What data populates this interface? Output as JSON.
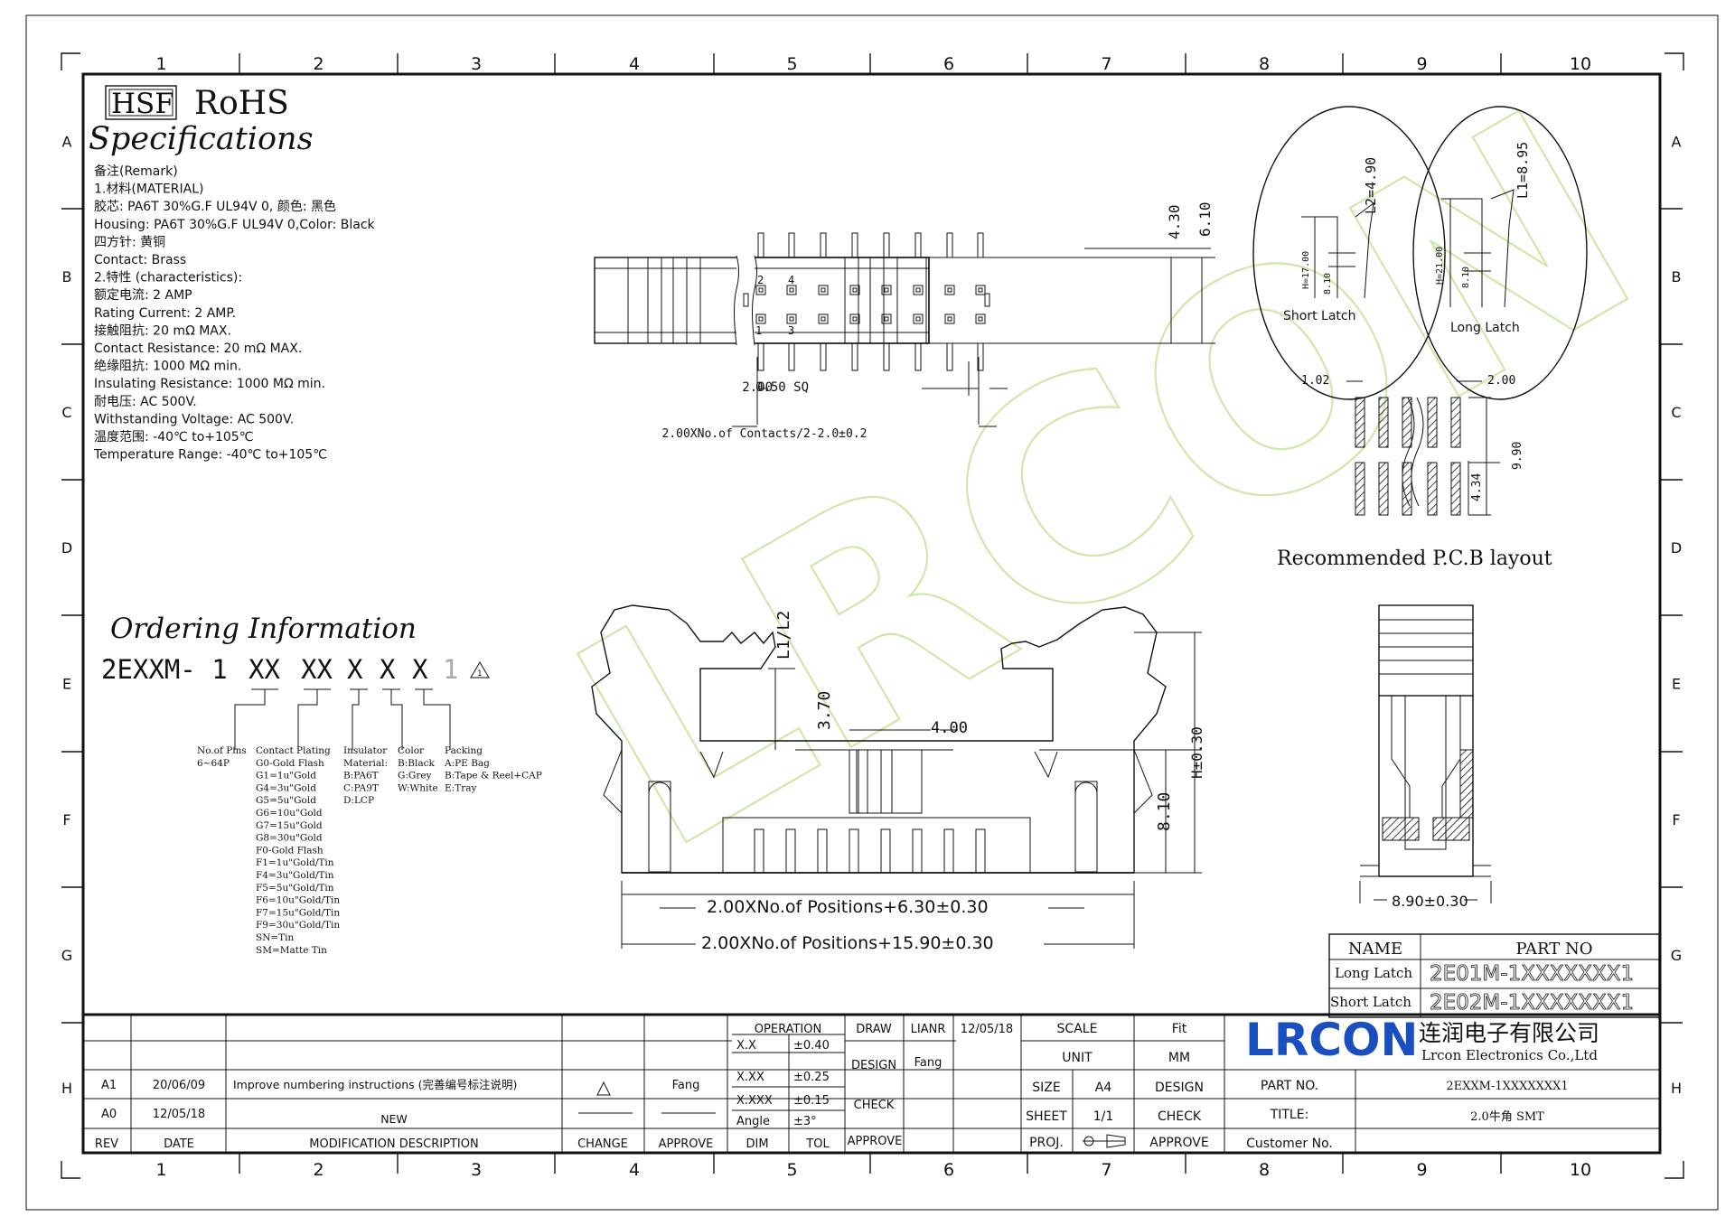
{
  "rohs": {
    "hsf": "HSF",
    "rohs": "RoHS"
  },
  "spec": {
    "title": "Specifications",
    "lines": [
      "备注(Remark)",
      "1.材料(MATERIAL)",
      "胶芯: PA6T 30%G.F UL94V 0, 颜色: 黑色",
      "Housing: PA6T 30%G.F UL94V 0,Color: Black",
      "四方针: 黄铜",
      "Contact: Brass",
      "2.特性 (characteristics):",
      "额定电流: 2 AMP",
      "Rating Current: 2 AMP.",
      "接触阻抗: 20 mΩ MAX.",
      "Contact Resistance: 20 mΩ MAX.",
      "绝缘阻抗: 1000 MΩ min.",
      "Insulating Resistance: 1000 MΩ min.",
      "耐电压: AC 500V.",
      "Withstanding Voltage: AC 500V.",
      "温度范围: -40℃ to+105℃",
      "Temperature Range: -40℃ to+105℃"
    ]
  },
  "ordering": {
    "title": "Ordering Information",
    "code_prefix": "2EXXM- 1",
    "code_parts": [
      "XX",
      "XX",
      "X",
      "X",
      "X"
    ],
    "code_suffix": "1",
    "pins": [
      "No.of Pins",
      "6~64P"
    ],
    "plating": [
      "Contact Plating",
      "G0-Gold Flash",
      "G1=1u\"Gold",
      "G4=3u\"Gold",
      "G5=5u\"Gold",
      "G6=10u\"Gold",
      "G7=15u\"Gold",
      "G8=30u\"Gold",
      "F0-Gold Flash",
      "F1=1u\"Gold/Tin",
      "F4=3u\"Gold/Tin",
      "F5=5u\"Gold/Tin",
      "F6=10u\"Gold/Tin",
      "F7=15u\"Gold/Tin",
      "F9=30u\"Gold/Tin",
      "SN=Tin",
      "SM=Matte Tin"
    ],
    "insulator": [
      "Insulator",
      "Material:",
      "B:PA6T",
      "C:PA9T",
      "D:LCP"
    ],
    "color": [
      "Color",
      "B:Black",
      "G:Grey",
      "W:White"
    ],
    "packing": [
      "Packing",
      "A:PE Bag",
      "B:Tape & Reel+CAP",
      "E:Tray"
    ]
  },
  "grid": {
    "cols": [
      "1",
      "2",
      "3",
      "4",
      "5",
      "6",
      "7",
      "8",
      "9",
      "10"
    ],
    "rows": [
      "A",
      "B",
      "C",
      "D",
      "E",
      "F",
      "G",
      "H"
    ]
  },
  "top_view": {
    "dim_430": "4.30",
    "dim_610": "6.10",
    "dim_200": "2.00",
    "dim_sq": "0.50 SQ",
    "dim_contacts": "2.00XNo.of Contacts/2-2.0±0.2",
    "pin_nums": [
      "2",
      "4",
      "1",
      "3"
    ]
  },
  "latch": {
    "short": {
      "label": "Short  Latch",
      "l": "L2=4.90",
      "h": "H=17.00",
      "b": "8.10"
    },
    "long": {
      "label": "Long Latch",
      "l": "L1=8.95",
      "h": "H=21.00",
      "b": "8.10"
    }
  },
  "pcb": {
    "title": "Recommended P.C.B layout",
    "d102": "1.02",
    "d200": "2.00",
    "d990": "9.90",
    "d434": "4.34"
  },
  "front_view": {
    "l1l2": "L1/L2",
    "d370": "3.70",
    "d400": "4.00",
    "h": "H±0.30",
    "d810": "8.10",
    "pos1": "2.00XNo.of Positions+6.30±0.30",
    "pos2": "2.00XNo.of Positions+15.90±0.30"
  },
  "side_view": {
    "d890": "8.90±0.30"
  },
  "part_table": {
    "headers": [
      "NAME",
      "PART NO"
    ],
    "rows": [
      [
        "Long Latch",
        "2E01M-1XXXXXXX1"
      ],
      [
        "Short Latch",
        "2E02M-1XXXXXXX1"
      ]
    ]
  },
  "title_block": {
    "rev_rows": [
      [
        "A1",
        "20/06/09",
        "Improve numbering instructions (完善编号标注说明)",
        "",
        "Fang"
      ],
      [
        "A0",
        "12/05/18",
        "NEW",
        "",
        ""
      ]
    ],
    "rev_headers": [
      "REV",
      "DATE",
      "MODIFICATION DESCRIPTION",
      "CHANGE",
      "APPROVE"
    ],
    "operation": "OPERATION",
    "tol": [
      [
        "X.X",
        "±0.40"
      ],
      [
        "X.XX",
        "±0.25"
      ],
      [
        "X.XXX",
        "±0.15"
      ],
      [
        "Angle",
        "±3°"
      ]
    ],
    "dim": "DIM",
    "tol_label": "TOL",
    "draw": "DRAW",
    "lianr": "LIANR",
    "date": "12/05/18",
    "design": "DESIGN",
    "fang": "Fang",
    "check": "CHECK",
    "approve": "APPROVE",
    "scale": "SCALE",
    "fit": "Fit",
    "unit": "UNIT",
    "mm": "MM",
    "size": "SIZE",
    "a4": "A4",
    "design2": "DESIGN",
    "sheet": "SHEET",
    "sheetval": "1/1",
    "check2": "CHECK",
    "proj": "PROJ.",
    "approve2": "APPROVE",
    "logo": "LRCON",
    "company_cn": "连润电子有限公司",
    "company_en": "Lrcon Electronics Co.,Ltd",
    "partno_label": "PART NO.",
    "partno": "2EXXM-1XXXXXXX1",
    "title_label": "TITLE:",
    "title": "2.0牛角 SMT",
    "customer": "Customer No."
  },
  "watermark": "LRCON"
}
